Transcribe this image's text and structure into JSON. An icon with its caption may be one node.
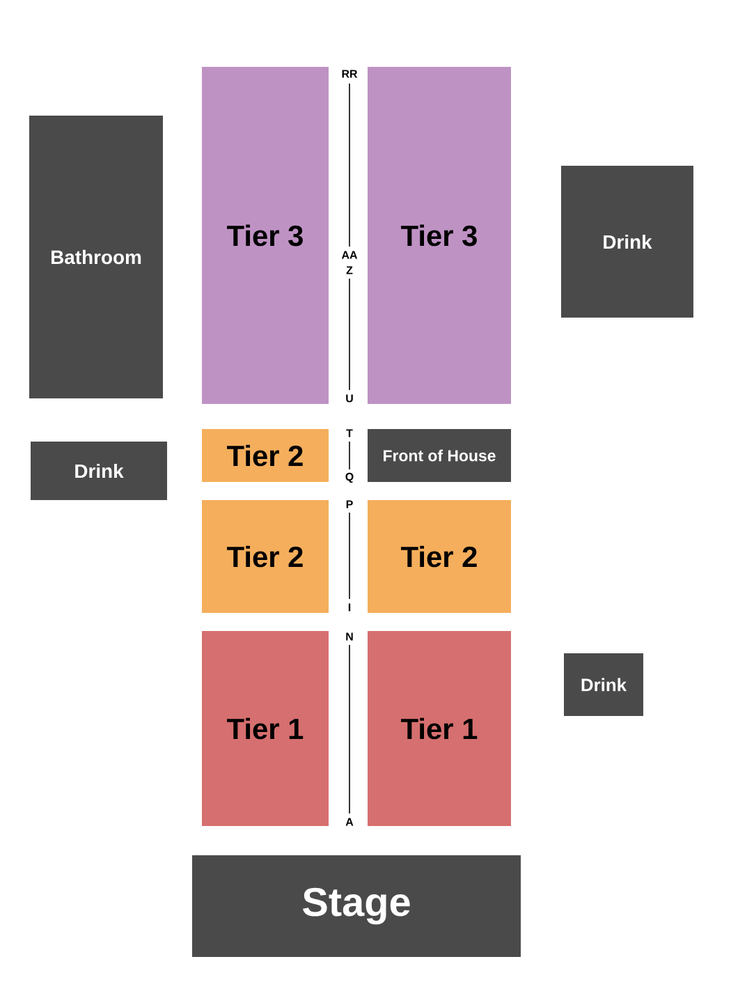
{
  "diagram": {
    "nodes": [
      {
        "text": [
          "Bathroom"
        ]
      },
      {
        "text": [
          "Tier 3"
        ]
      },
      {
        "text": [
          "Tier 3"
        ]
      },
      {
        "text": [
          "Drink"
        ]
      },
      {
        "text": [
          "Drink"
        ]
      },
      {
        "text": [
          "Tier 2"
        ]
      },
      {
        "text": [
          "Front of House"
        ]
      },
      {
        "text": [
          "Tier 2"
        ]
      },
      {
        "text": [
          "Tier 2"
        ]
      },
      {
        "text": [
          "Drink"
        ]
      },
      {
        "text": [
          "Tier 1"
        ]
      },
      {
        "text": [
          "Tier 1"
        ]
      },
      {
        "text": [
          "Stage"
        ]
      }
    ],
    "labels": [
      "RR",
      "AA",
      "Z",
      "U",
      "T",
      "Q",
      "P",
      "I",
      "N",
      "A"
    ]
  }
}
